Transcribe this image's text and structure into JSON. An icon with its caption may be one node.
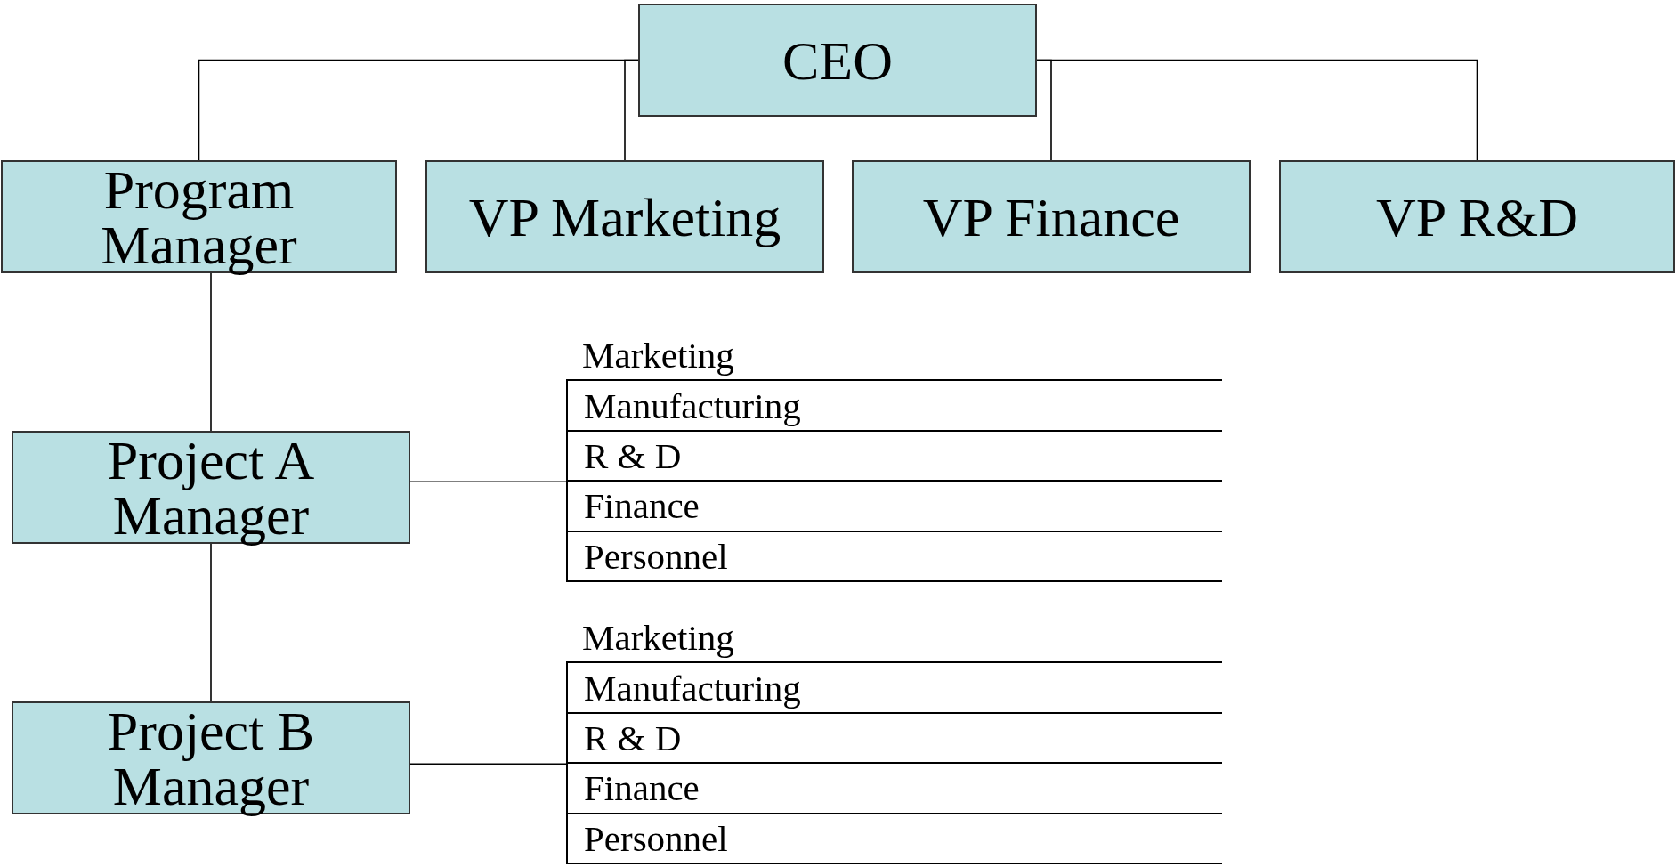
{
  "diagram": {
    "nodes": [
      {
        "text": [
          "CEO"
        ]
      },
      {
        "text": [
          "Program Manager"
        ]
      },
      {
        "text": [
          "VP Marketing"
        ]
      },
      {
        "text": [
          "VP Finance"
        ]
      },
      {
        "text": [
          "VP R&D"
        ]
      },
      {
        "text": [
          "Project A Manager"
        ]
      },
      {
        "text": [
          "Marketing",
          "Manufacturing",
          "R & D",
          "Finance",
          "Personnel"
        ]
      },
      {
        "text": [
          "Project B Manager"
        ]
      },
      {
        "text": [
          "Marketing",
          "Manufacturing",
          "R & D",
          "Finance",
          "Personnel"
        ]
      }
    ],
    "edges": [
      {
        "from": 0,
        "to": 1,
        "arrow": "none"
      },
      {
        "from": 0,
        "to": 2,
        "arrow": "none"
      },
      {
        "from": 0,
        "to": 3,
        "arrow": "none"
      },
      {
        "from": 0,
        "to": 4,
        "arrow": "none"
      },
      {
        "from": 1,
        "to": 5,
        "arrow": "none"
      },
      {
        "from": 5,
        "to": 7,
        "arrow": "none"
      },
      {
        "from": 5,
        "to": 6,
        "arrow": "none"
      },
      {
        "from": 7,
        "to": 8,
        "arrow": "none"
      }
    ]
  }
}
